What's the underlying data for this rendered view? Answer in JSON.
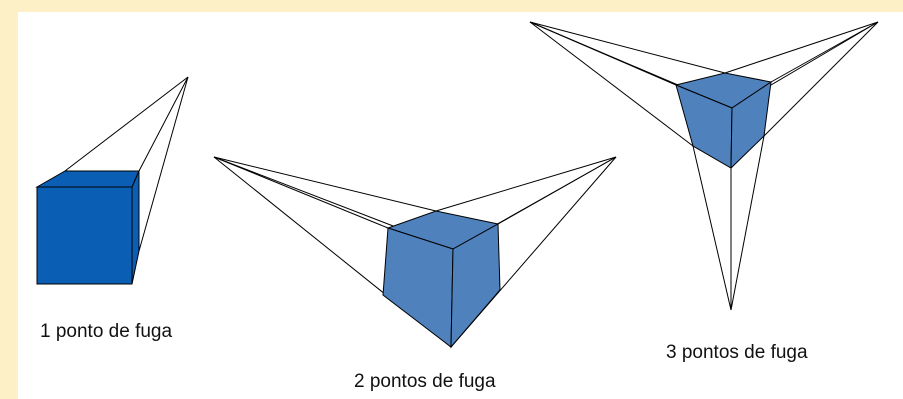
{
  "colors": {
    "page_background": "#fdf0c6",
    "panel_background": "#ffffff",
    "cube_one_point": "#0a5fb4",
    "cube_two_three_point": "#4f81bd",
    "lines": "#000000"
  },
  "labels": {
    "one_point": "1 ponto de fuga",
    "two_point": "2 pontos de fuga",
    "three_point": "3 pontos de fuga"
  }
}
